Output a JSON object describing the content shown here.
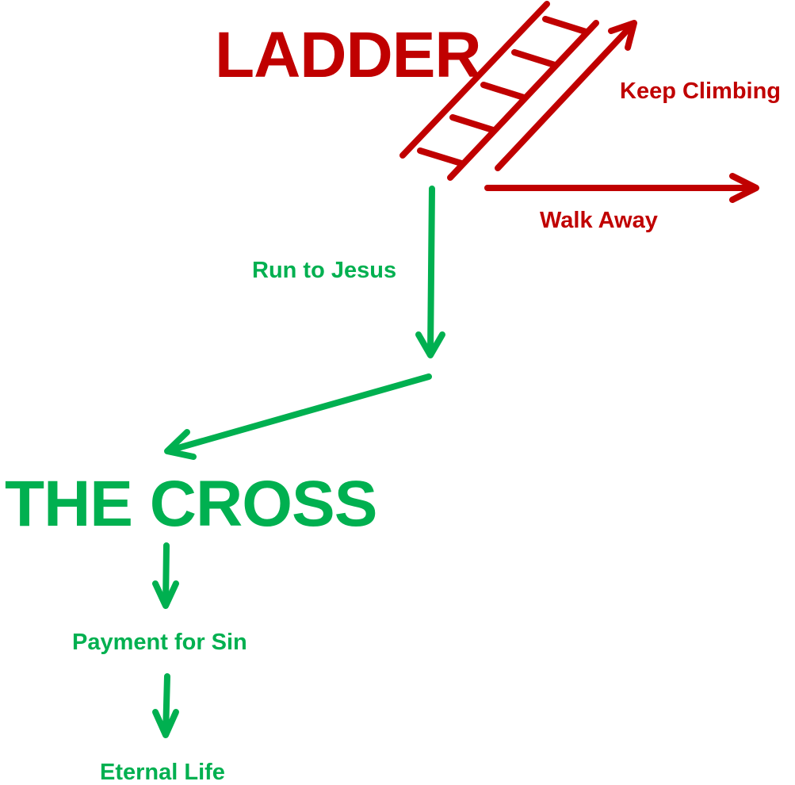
{
  "colors": {
    "red": "#c00000",
    "green": "#00b050",
    "background": "#ffffff"
  },
  "nodes": {
    "ladder": {
      "label": "LADDER",
      "icon": "ladder-icon"
    },
    "cross": {
      "label": "THE CROSS"
    },
    "payment": {
      "label": "Payment for Sin"
    },
    "eternal_life": {
      "label": "Eternal Life"
    }
  },
  "edges": {
    "keep_climbing": {
      "label": "Keep Climbing",
      "from": "LADDER",
      "direction": "up-right"
    },
    "walk_away": {
      "label": "Walk Away",
      "from": "LADDER",
      "direction": "right"
    },
    "run_to_jesus": {
      "label": "Run to Jesus",
      "from": "LADDER",
      "to": "THE CROSS"
    },
    "cross_to_payment": {
      "label": "",
      "from": "THE CROSS",
      "to": "Payment for Sin"
    },
    "payment_to_life": {
      "label": "",
      "from": "Payment for Sin",
      "to": "Eternal Life"
    }
  }
}
